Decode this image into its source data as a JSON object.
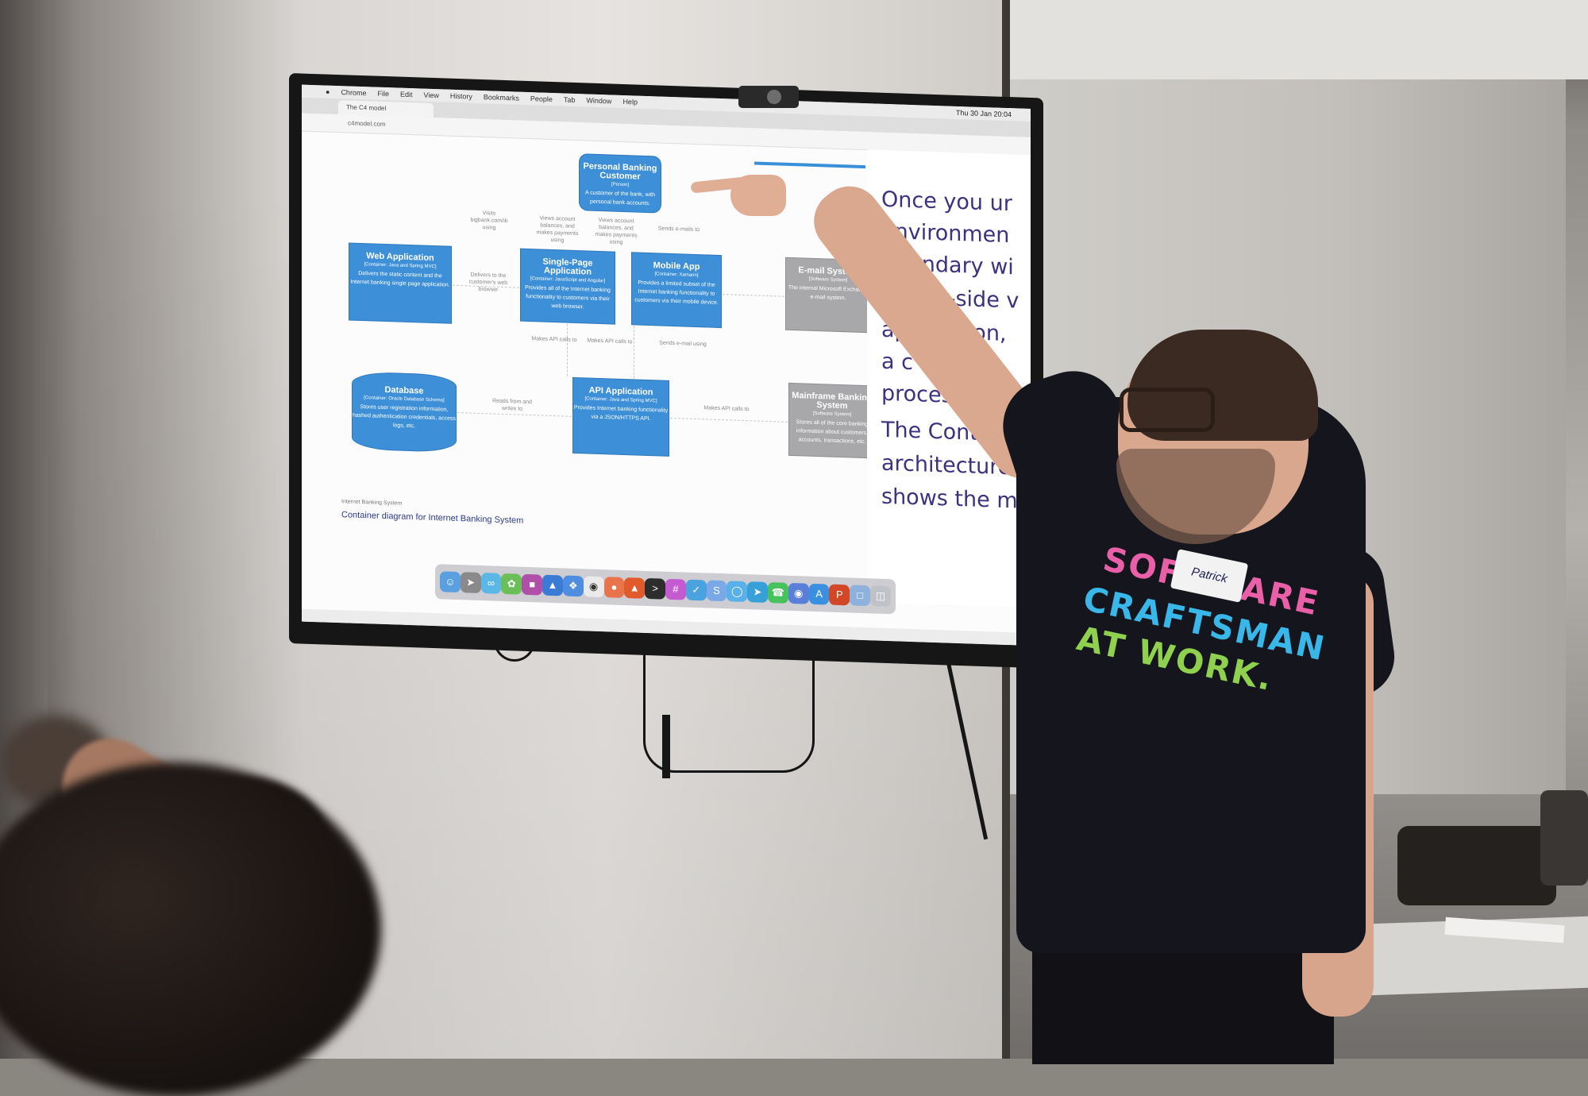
{
  "browser": {
    "menu": [
      "Chrome",
      "File",
      "Edit",
      "View",
      "History",
      "Bookmarks",
      "People",
      "Tab",
      "Window",
      "Help"
    ],
    "clock": "Thu 30 Jan 20:04",
    "tab_title": "The C4 model",
    "url": "c4model.com"
  },
  "diagram": {
    "person": {
      "title": "Personal Banking Customer",
      "type": "[Person]",
      "desc": "A customer of the bank, with personal bank accounts."
    },
    "web_app": {
      "title": "Web Application",
      "type": "[Container: Java and Spring MVC]",
      "desc": "Delivers the static content and the Internet banking single page application."
    },
    "spa": {
      "title": "Single-Page Application",
      "type": "[Container: JavaScript and Angular]",
      "desc": "Provides all of the Internet banking functionality to customers via their web browser."
    },
    "mobile": {
      "title": "Mobile App",
      "type": "[Container: Xamarin]",
      "desc": "Provides a limited subset of the Internet banking functionality to customers via their mobile device."
    },
    "email": {
      "title": "E-mail System",
      "type": "[Software System]",
      "desc": "The internal Microsoft Exchange e-mail system."
    },
    "database": {
      "title": "Database",
      "type": "[Container: Oracle Database Schema]",
      "desc": "Stores user registration information, hashed authentication credentials, access logs, etc."
    },
    "api": {
      "title": "API Application",
      "type": "[Container: Java and Spring MVC]",
      "desc": "Provides Internet banking functionality via a JSON/HTTPS API."
    },
    "mainframe": {
      "title": "Mainframe Banking System",
      "type": "[Software System]",
      "desc": "Stores all of the core banking information about customers, accounts, transactions, etc."
    },
    "edges": {
      "visits": "Visits bigbank.com/ib using",
      "views1": "Views account balances, and makes payments using",
      "views2": "Views account balances, and makes payments using",
      "sends_email": "Sends e-mails to",
      "delivers": "Delivers to the customer's web browser",
      "api_calls1": "Makes API calls to",
      "api_calls2": "Makes API calls to",
      "sends_email2": "Sends e-mail using",
      "reads": "Reads from and writes to",
      "api_calls3": "Makes API calls to"
    },
    "boundary": "Internet Banking System",
    "caption": "Container diagram for Internet Banking System"
  },
  "slide_lines": [
    "Once you ur",
    "environmen",
    "boundary wi",
    "server-side v",
    "application,",
    "a c",
    "process",
    "The Conta",
    "architecture",
    "shows the m"
  ],
  "shirt": {
    "line1": "SOFTWARE",
    "line2": "CRAFTSMAN",
    "line3": "AT WORK."
  },
  "nametag": "Patrick",
  "colors": {
    "box_blue": "#3d8fd8",
    "box_grey": "#a8a8aa",
    "slide_text": "#3c3280",
    "shirt": "#15161d"
  }
}
